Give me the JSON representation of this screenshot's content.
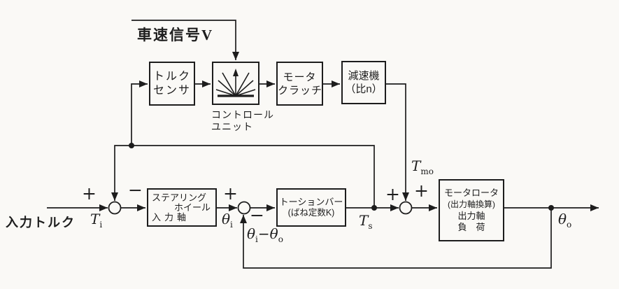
{
  "colors": {
    "ink": "#1d1d1d",
    "background": "#faf9f6"
  },
  "speed_signal": "車速信号V",
  "input_label": "入力トルク",
  "boxes": {
    "torque_sensor": {
      "line1": "トルク",
      "line2": "センサ"
    },
    "control_unit": {
      "caption1": "コントロール",
      "caption2": "ユニット",
      "icon": "assist-curves-icon"
    },
    "motor_clutch": {
      "line1": "モータ",
      "line2": "クラッチ"
    },
    "reduction_gear": {
      "line1": "減速機",
      "line2": "（比n）"
    },
    "steering": {
      "line1": "ステアリング",
      "line2": "ホイール",
      "line3": "入力軸"
    },
    "torsion_bar": {
      "line1": "トーションバー",
      "line2": "(ばね定数K)"
    },
    "motor_rotor": {
      "line1": "モータロータ",
      "line2": "(出力軸換算)",
      "line3": "出力軸",
      "line4": "負　荷"
    }
  },
  "signals": {
    "Ti": {
      "base": "T",
      "sub": "i"
    },
    "Ts": {
      "base": "T",
      "sub": "s"
    },
    "Tmo": {
      "base": "T",
      "sub": "mo"
    },
    "theta_i": {
      "base": "θ",
      "sub": "i"
    },
    "theta_o": {
      "base": "θ",
      "sub": "o"
    },
    "theta_diff": {
      "base1": "θ",
      "sub1": "i",
      "operator": "−",
      "base2": "θ",
      "sub2": "o"
    }
  },
  "signs": {
    "junction1_plus": "+",
    "junction1_minus": "−",
    "junction2_plus": "+",
    "junction2_minus": "−",
    "junction3_plus_left": "+",
    "junction3_plus_top": "+"
  }
}
